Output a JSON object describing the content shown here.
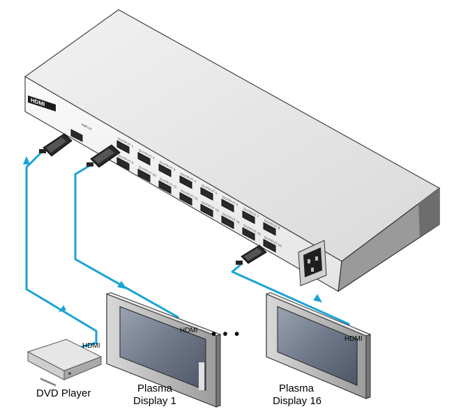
{
  "device": {
    "brand_text": "HDMI",
    "input_label": "INPUT",
    "output_labels": [
      "OUTPUT 1",
      "OUTPUT 2",
      "OUTPUT 3",
      "OUTPUT 4",
      "OUTPUT 5",
      "OUTPUT 6",
      "OUTPUT 7",
      "OUTPUT 8",
      "OUTPUT 9",
      "OUTPUT 10",
      "OUTPUT 11",
      "OUTPUT 12",
      "OUTPUT 13",
      "OUTPUT 14",
      "OUTPUT 15",
      "OUTPUT 16"
    ]
  },
  "cables": {
    "source_label": "HDMI",
    "display1_label": "HDMI",
    "display16_label": "HDMI",
    "color": "#1aa3d6"
  },
  "labels": {
    "dvd_player": "DVD Player",
    "display1_line1": "Plasma",
    "display1_line2": "Display 1",
    "display16_line1": "Plasma",
    "display16_line2": "Display 16",
    "ellipsis": "• • •"
  }
}
